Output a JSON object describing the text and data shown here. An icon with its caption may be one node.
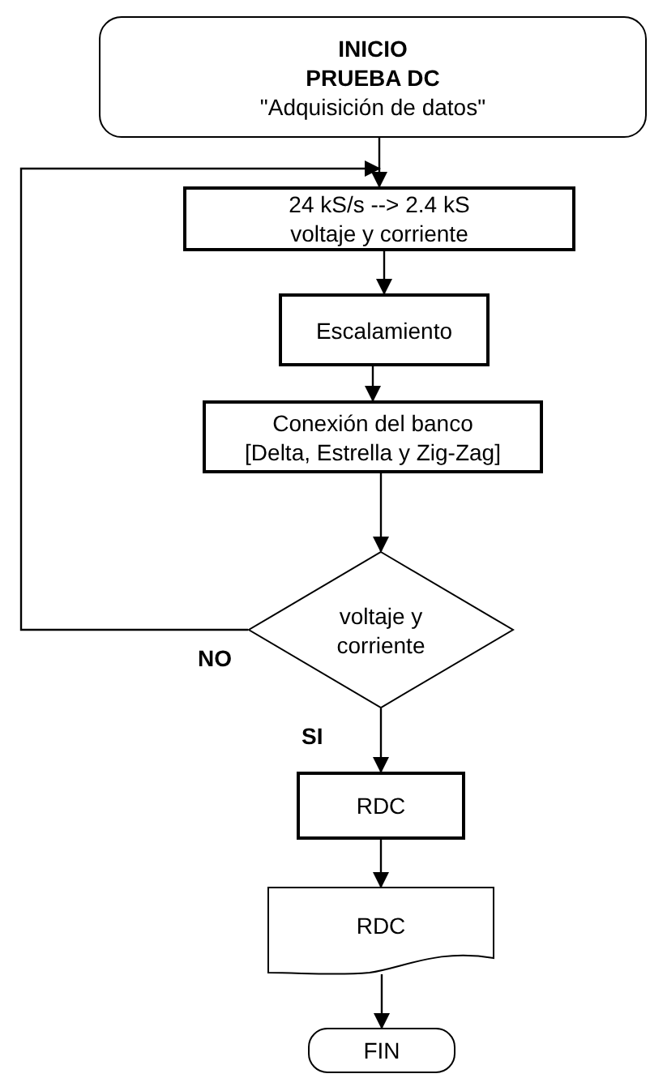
{
  "diagram": {
    "nodes": [
      {
        "text": [
          "INICIO",
          "PRUEBA DC",
          "\"Adquisición de datos\""
        ]
      },
      {
        "text": [
          "24 kS/s --> 2.4 kS",
          "voltaje y corriente"
        ]
      },
      {
        "text": [
          "Escalamiento"
        ]
      },
      {
        "text": [
          "Conexión del banco",
          "[Delta, Estrella y Zig-Zag]"
        ]
      },
      {
        "text": [
          "voltaje y corriente"
        ]
      },
      {
        "text": [
          "RDC"
        ]
      },
      {
        "text": [
          "RDC"
        ]
      },
      {
        "text": [
          "FIN"
        ]
      }
    ],
    "edges": [
      {
        "from": 0,
        "to": 1,
        "arrow": "to"
      },
      {
        "from": 1,
        "to": 2,
        "arrow": "to"
      },
      {
        "from": 2,
        "to": 3,
        "arrow": "to"
      },
      {
        "from": 3,
        "to": 4,
        "arrow": "to"
      },
      {
        "from": 4,
        "to": 1,
        "arrow": "to",
        "label": "NO"
      },
      {
        "from": 4,
        "to": 5,
        "arrow": "to",
        "label": "SI"
      },
      {
        "from": 5,
        "to": 6,
        "arrow": "to"
      },
      {
        "from": 6,
        "to": 7,
        "arrow": "to"
      }
    ]
  }
}
